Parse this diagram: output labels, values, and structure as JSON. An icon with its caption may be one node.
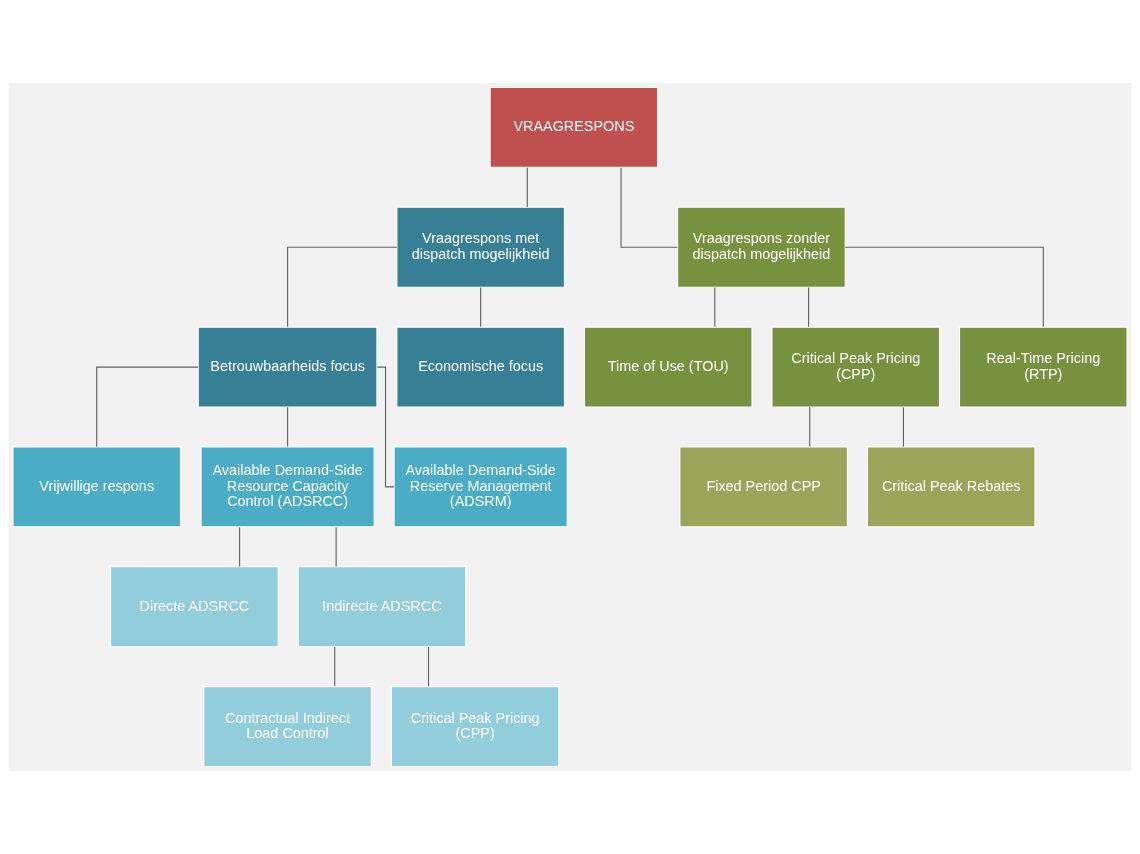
{
  "diagram": {
    "nodes": [
      {
        "text": [
          "VRAAGRESPONS"
        ]
      },
      {
        "text": [
          "Vraagrespons met dispatch mogelijkheid"
        ]
      },
      {
        "text": [
          "Vraagrespons zonder dispatch mogelijkheid"
        ]
      },
      {
        "text": [
          "Betrouwbaarheids focus"
        ]
      },
      {
        "text": [
          "Economische focus"
        ]
      },
      {
        "text": [
          "Time of Use (TOU)"
        ]
      },
      {
        "text": [
          "Critical Peak Pricing (CPP)"
        ]
      },
      {
        "text": [
          "Real-Time Pricing (RTP)"
        ]
      },
      {
        "text": [
          "Vrijwillige respons"
        ]
      },
      {
        "text": [
          "Available Demand-Side Resource Capacity Control (ADSRCC)"
        ]
      },
      {
        "text": [
          "Available Demand-Side Reserve Management (ADSRM)"
        ]
      },
      {
        "text": [
          "Directe ADSRCC"
        ]
      },
      {
        "text": [
          "Indirecte ADSRCC"
        ]
      },
      {
        "text": [
          "Contractual Indirect Load Control"
        ]
      },
      {
        "text": [
          "Critical Peak Pricing (CPP)"
        ]
      },
      {
        "text": [
          "Fixed Period CPP"
        ]
      },
      {
        "text": [
          "Critical Peak Rebates"
        ]
      }
    ],
    "edges": [
      {
        "from": 0,
        "to": 1,
        "arrow": "none"
      },
      {
        "from": 0,
        "to": 2,
        "arrow": "none"
      },
      {
        "from": 1,
        "to": 3,
        "arrow": "none"
      },
      {
        "from": 1,
        "to": 4,
        "arrow": "none"
      },
      {
        "from": 2,
        "to": 5,
        "arrow": "none"
      },
      {
        "from": 2,
        "to": 6,
        "arrow": "none"
      },
      {
        "from": 2,
        "to": 7,
        "arrow": "none"
      },
      {
        "from": 3,
        "to": 8,
        "arrow": "none"
      },
      {
        "from": 3,
        "to": 9,
        "arrow": "none"
      },
      {
        "from": 3,
        "to": 10,
        "arrow": "none"
      },
      {
        "from": 9,
        "to": 11,
        "arrow": "none"
      },
      {
        "from": 9,
        "to": 12,
        "arrow": "none"
      },
      {
        "from": 12,
        "to": 13,
        "arrow": "none"
      },
      {
        "from": 12,
        "to": 14,
        "arrow": "none"
      },
      {
        "from": 6,
        "to": 15,
        "arrow": "none"
      },
      {
        "from": 6,
        "to": 16,
        "arrow": "none"
      }
    ]
  }
}
